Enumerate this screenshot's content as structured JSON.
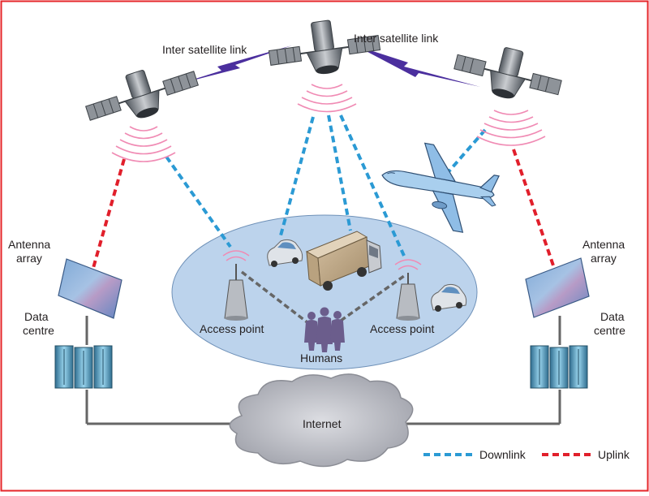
{
  "labels": {
    "isl_left": "Inter satellite link",
    "isl_right": "Inter satellite link",
    "antenna_left_1": "Antenna",
    "antenna_left_2": "array",
    "antenna_right_1": "Antenna",
    "antenna_right_2": "array",
    "datacentre_left_1": "Data",
    "datacentre_left_2": "centre",
    "datacentre_right_1": "Data",
    "datacentre_right_2": "centre",
    "access_point_left": "Access point",
    "access_point_right": "Access point",
    "humans": "Humans",
    "internet": "Internet"
  },
  "legend": {
    "downlink": "Downlink",
    "uplink": "Uplink"
  },
  "colors": {
    "frame": "#e5262a",
    "downlink": "#2b9ad4",
    "uplink": "#e11f2b",
    "ground_link": "#666666",
    "isl_bolt": "#4b2f9e",
    "coverage": "#bcd3ec",
    "signal": "#f08bb4"
  },
  "icons": [
    "satellite-icon",
    "airplane-icon",
    "truck-icon",
    "car-icon",
    "antenna-tower-icon",
    "people-icon",
    "antenna-panel-icon",
    "server-rack-icon",
    "cloud-icon"
  ]
}
